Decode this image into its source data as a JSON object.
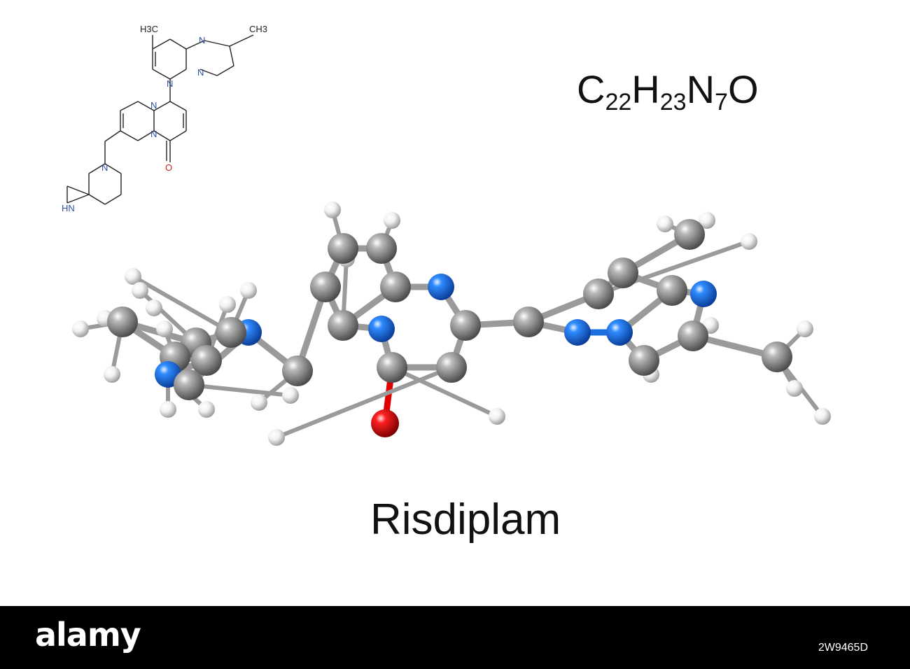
{
  "structure_labels": {
    "methyl_upper": "H3C",
    "methyl_right": "CH3",
    "imidazole_n": "N",
    "pyridazine_n": "N",
    "bridge_n": "N",
    "core_n_upper": "N",
    "core_n_lower": "N",
    "carbonyl_o": "O",
    "piperazine_n": "N",
    "amine": "HN"
  },
  "formula": {
    "C": "C",
    "c_count": "22",
    "H": "H",
    "h_count": "23",
    "N": "N",
    "n_count": "7",
    "O": "O"
  },
  "compound_name": "Risdiplam",
  "colors": {
    "carbon": "#8c8c8c",
    "nitrogen": "#1a6fe0",
    "oxygen": "#e00000",
    "hydrogen": "#eeeeee",
    "bond": "#9a9a9a"
  },
  "footer": {
    "logo": "alamy",
    "image_id": "2W9465D"
  }
}
